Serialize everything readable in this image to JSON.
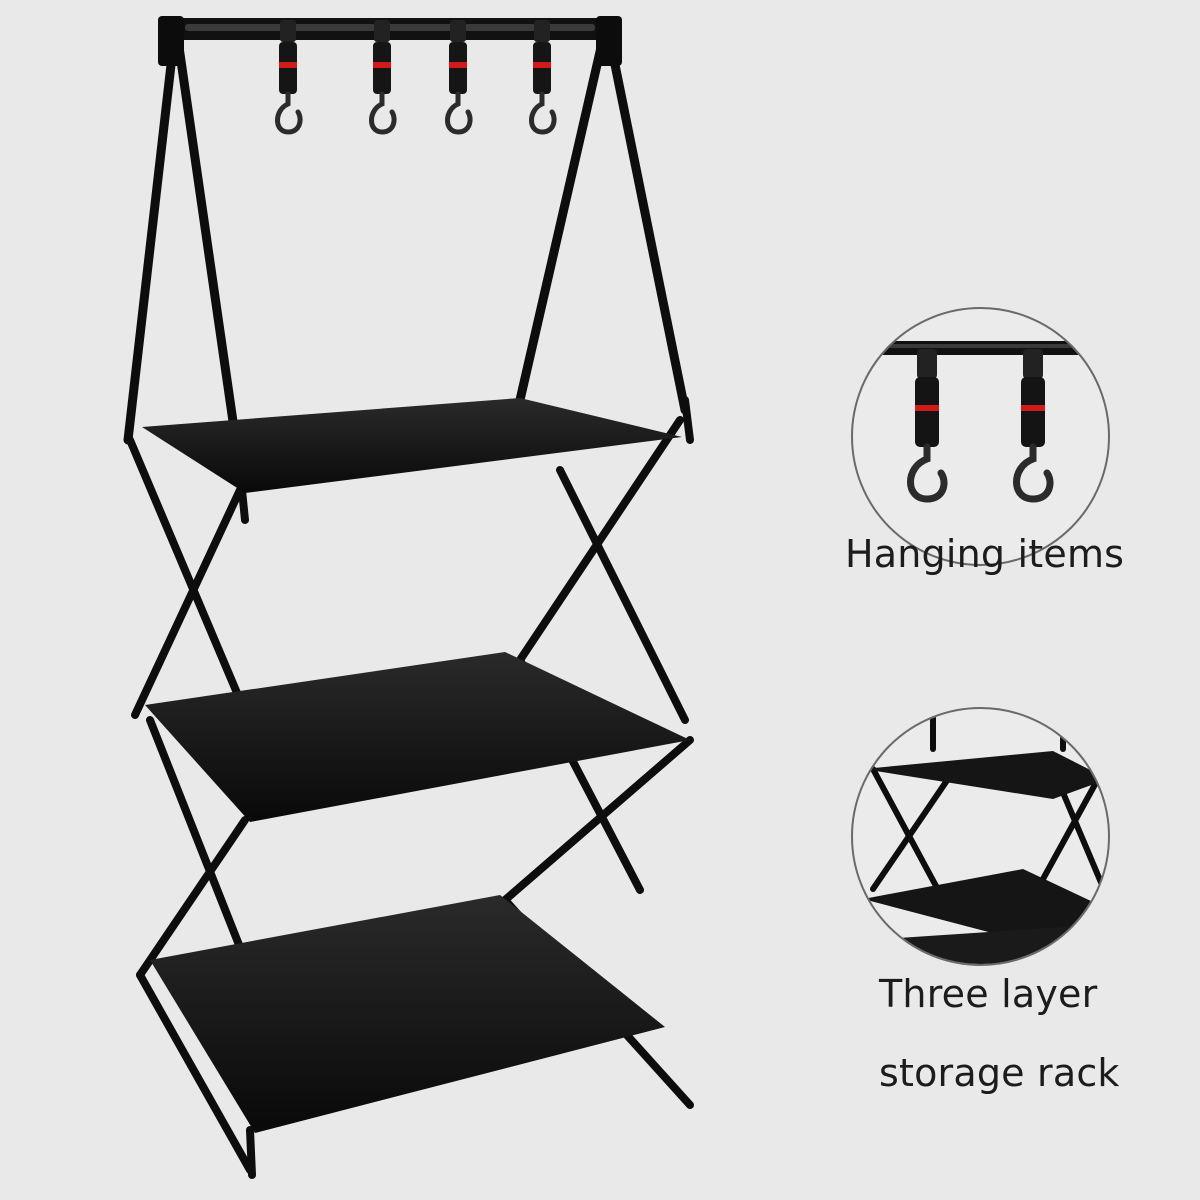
{
  "product": {
    "frame_color": "#0d0d0d",
    "shelf_color": "#111111",
    "accent_color": "#d11a1a",
    "hooks_shown": 4,
    "shelves_shown": 3
  },
  "callouts": [
    {
      "icon": "hook-detail-icon",
      "caption": "Hanging items"
    },
    {
      "icon": "shelf-detail-icon",
      "caption_line1": "Three layer",
      "caption_line2": "storage rack"
    }
  ],
  "background_color": "#e9e9e9"
}
